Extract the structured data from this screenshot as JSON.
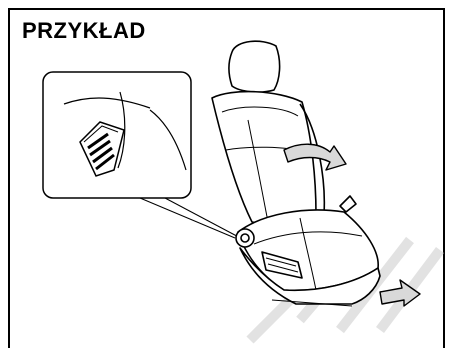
{
  "label": {
    "title": "PRZYKŁAD"
  },
  "colors": {
    "line": "#000000",
    "shade": "#d9d9d9",
    "watermark": "#cfcfcf"
  },
  "icons": {
    "detail_inset": "magnified-lever-detail",
    "arrow_backrest": "backrest-tilt-arrow-icon",
    "arrow_cushion": "seat-slide-arrow-icon",
    "watermark": "diagonal-watermark"
  }
}
